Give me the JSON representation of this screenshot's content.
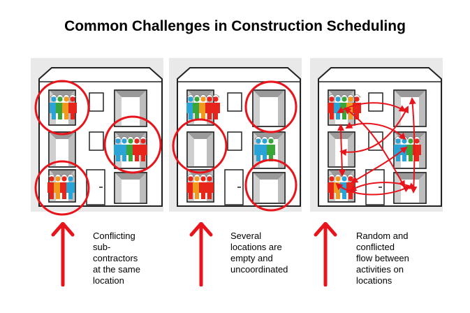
{
  "title": "Common Challenges in Construction Scheduling",
  "panels": [
    {
      "caption_lines": [
        "Conflicting",
        "sub-",
        "contractors",
        "at the same",
        "location"
      ]
    },
    {
      "caption_lines": [
        "Several",
        "locations are",
        "empty and",
        "uncoordinated"
      ]
    },
    {
      "caption_lines": [
        "Random and",
        "conflicted",
        "flow between",
        "activities on",
        "locations"
      ]
    }
  ],
  "colors": {
    "highlight_red": "#e8141b",
    "panel_bg": "#e9e9e9",
    "worker_red": "#e8251b",
    "worker_orange": "#f29a1d",
    "worker_blue": "#2aa3d6",
    "worker_green": "#3aa63a"
  }
}
